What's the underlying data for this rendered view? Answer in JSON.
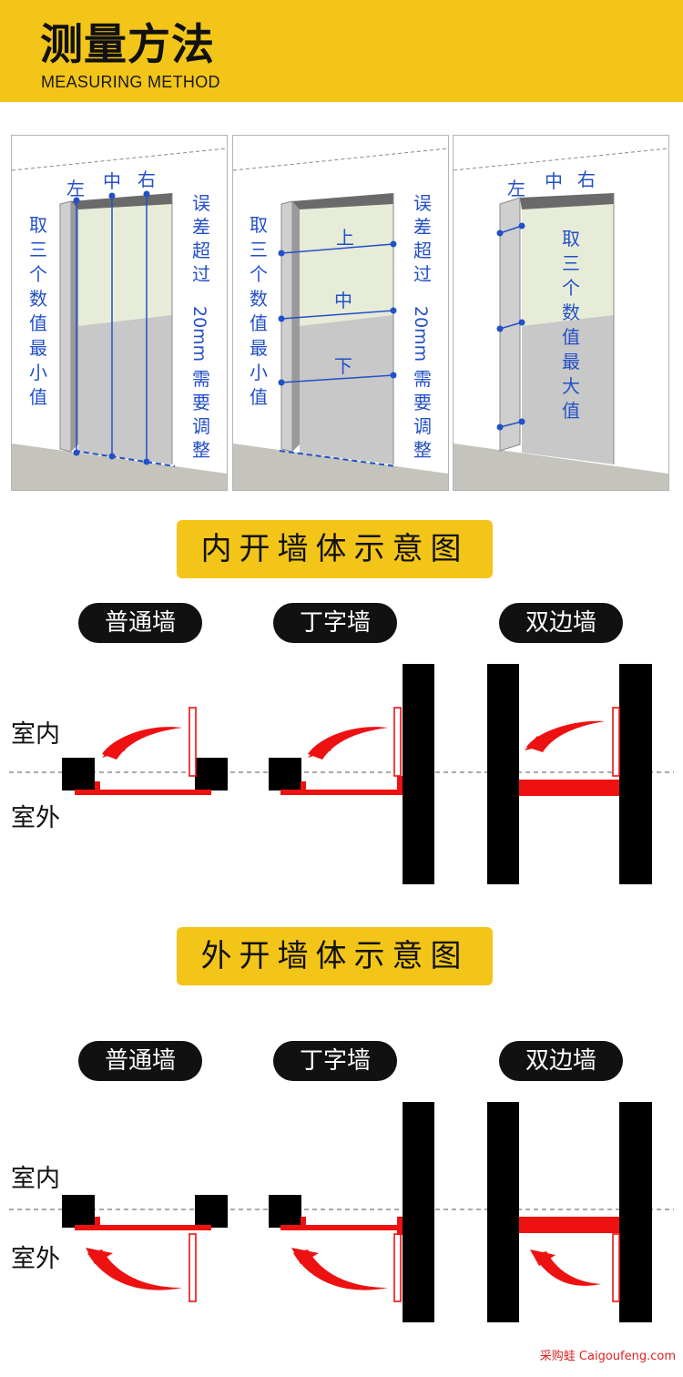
{
  "header": {
    "title": "测量方法",
    "subtitle": "MEASURING METHOD"
  },
  "panels": [
    {
      "top_labels": [
        "左",
        "中",
        "右"
      ],
      "left_text": "取三个数值最小值",
      "right_text_a": "误差超过",
      "right_text_b": "20mm",
      "right_text_c": "需要调整"
    },
    {
      "mid_labels": [
        "上",
        "中",
        "下"
      ],
      "left_text": "取三个数值最小值",
      "right_text_a": "误差超过",
      "right_text_b": "20mm",
      "right_text_c": "需要调整"
    },
    {
      "top_labels": [
        "左",
        "中",
        "右"
      ],
      "center_text": "取三个数值最大值"
    }
  ],
  "sections": [
    {
      "banner": "内开墙体示意图",
      "pills": [
        "普通墙",
        "丁字墙",
        "双边墙"
      ],
      "label_inside": "室内",
      "label_outside": "室外"
    },
    {
      "banner": "外开墙体示意图",
      "pills": [
        "普通墙",
        "丁字墙",
        "双边墙"
      ],
      "label_inside": "室内",
      "label_outside": "室外"
    }
  ],
  "colors": {
    "accent_yellow": "#f2c518",
    "measure_blue": "#2350c8",
    "door_red": "#ee1111",
    "wall_black": "#000000"
  },
  "footer": {
    "watermark": "采购蛙 Caigoufeng.com"
  }
}
